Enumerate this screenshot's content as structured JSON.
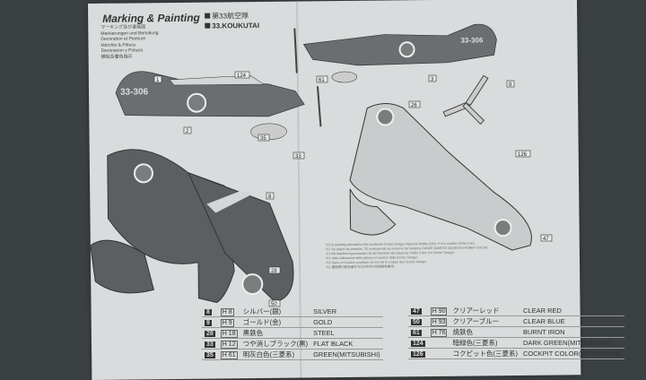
{
  "header": {
    "title": "Marking & Painting",
    "subtitles": [
      "マーキング及び塗装図",
      "Markierungen und Bemalung",
      "Decoration et Peinture",
      "Marchio & Pittura",
      "Decoracion y Pintura",
      "標貼及著色指示"
    ],
    "unit_jp": "第33航空隊",
    "unit_en": "33.KOUKUTAI"
  },
  "aircraft": {
    "tail_code": "33-306",
    "callouts": [
      "124",
      "8",
      "61",
      "35",
      "33",
      "1",
      "3",
      "9",
      "26",
      "47",
      "50",
      "126",
      "2",
      "28"
    ]
  },
  "notes": [
    "*Cl: In painting indicated to the numbered Gunze Sangyo Aqueous Hobby Color. H # is number of the Color.",
    "*Ci: Se quiere de pintarlos, *Cl correspondo as numeros de nuestros GUNZE SANGYO AQUEOUS HOBBY COLOR.",
    "*Cl: Bei Markierungsnummern ist der Nummer der Aqueous Hobby Color von Gunze Sangyo.",
    "*Cl: nelle indicazione delle pitture e il numero della Gunze Sangyo.",
    "*Cl: Dans un Couleur acrylique, le nom de la couleur des Gunze Sangyo.",
    "*Cl: 圖面標示颜色编号为GSI系列水性漆颜色编号。"
  ],
  "color_table": {
    "left": [
      {
        "code": "8",
        "h": "H 8",
        "jp": "シルバー(銀)",
        "en": "SILVER"
      },
      {
        "code": "9",
        "h": "H 9",
        "jp": "ゴールド(金)",
        "en": "GOLD"
      },
      {
        "code": "28",
        "h": "H 18",
        "jp": "黒鉄色",
        "en": "STEEL"
      },
      {
        "code": "33",
        "h": "H 12",
        "jp": "つや消しブラック(黒)",
        "en": "FLAT BLACK"
      },
      {
        "code": "35",
        "h": "H 61",
        "jp": "明灰白色(三菱系)",
        "en": "GREEN(MITSUBISHI)"
      }
    ],
    "right": [
      {
        "code": "47",
        "h": "H 90",
        "jp": "クリアーレッド",
        "en": "CLEAR RED"
      },
      {
        "code": "50",
        "h": "H 93",
        "jp": "クリアーブルー",
        "en": "CLEAR BLUE"
      },
      {
        "code": "61",
        "h": "H 76",
        "jp": "焼鉄色",
        "en": "BURNT IRON"
      },
      {
        "code": "124",
        "h": "",
        "jp": "暗緑色(三菱系)",
        "en": "DARK GREEN(MITSUBISHI)"
      },
      {
        "code": "126",
        "h": "",
        "jp": "コクピット色(三菱系)",
        "en": "COCKPIT COLOR(MITSUBISHI)"
      }
    ]
  },
  "colors": {
    "dark_green": "#5b5f61",
    "light_grey": "#c9cccc",
    "hinomaru": "#7a7d7e",
    "paper": "#d9dcdc"
  }
}
